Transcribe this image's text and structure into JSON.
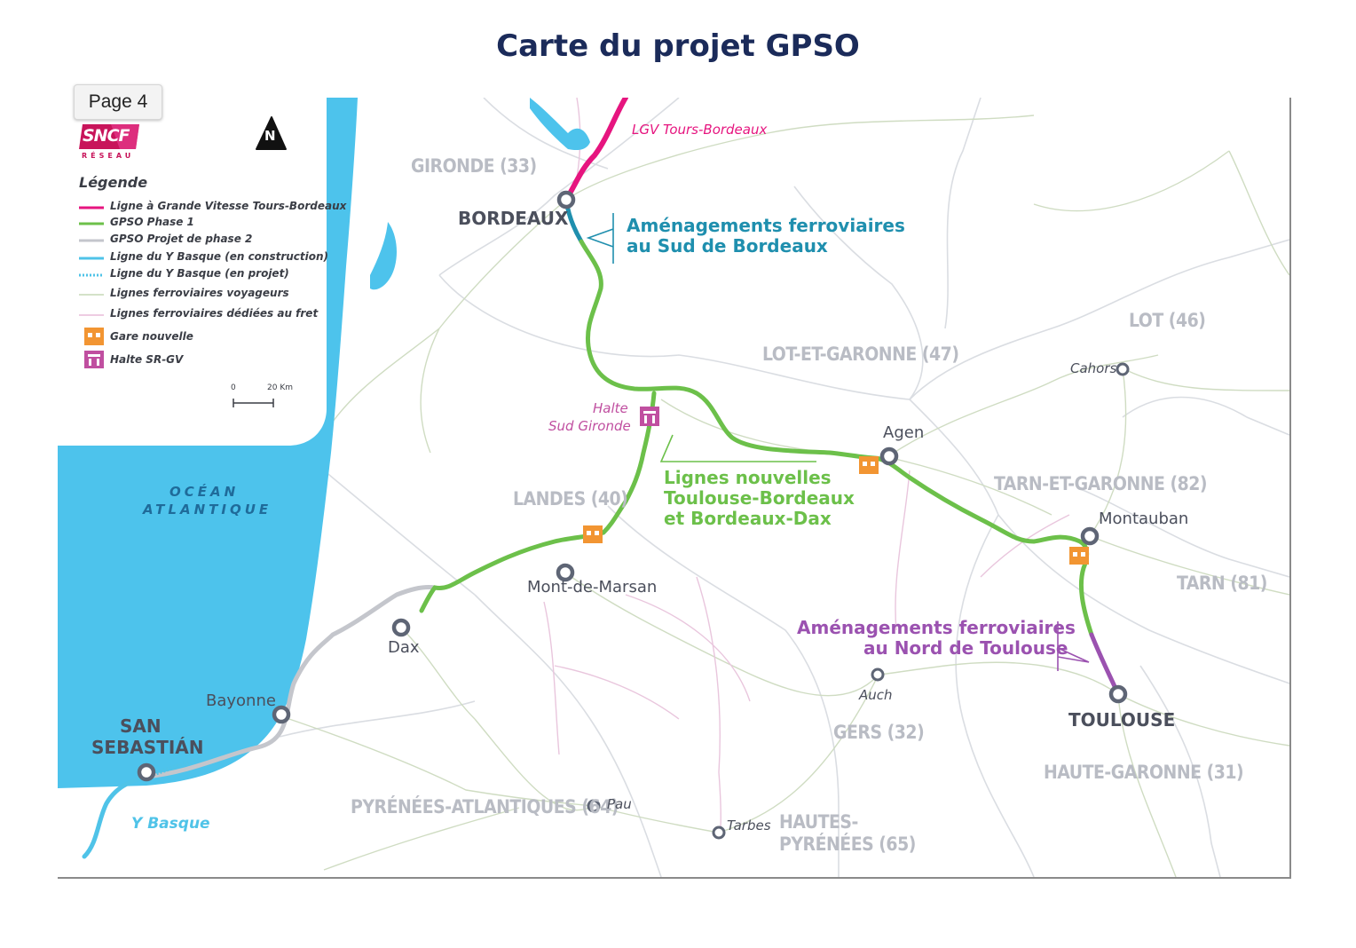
{
  "title": "Carte du projet GPSO",
  "page_tab": "Page 4",
  "logo": {
    "brand": "SNCF",
    "sub": "RÉSEAU",
    "brand_color": "#c8145a"
  },
  "north": "N",
  "legend": {
    "title": "Légende",
    "items": [
      {
        "label": "Ligne à Grande Vitesse Tours-Bordeaux",
        "color": "#e6157f"
      },
      {
        "label": "GPSO Phase 1",
        "color": "#6cc04a"
      },
      {
        "label": "GPSO Projet de phase 2",
        "color": "#c4c6cc"
      },
      {
        "label": "Ligne du Y Basque (en construction)",
        "color": "#4fc3e8"
      },
      {
        "label": "Ligne du Y Basque (en projet)",
        "color": "#4fc3e8"
      },
      {
        "label": "Lignes ferroviaires voyageurs",
        "color": "#c5d8b5"
      },
      {
        "label": "Lignes ferroviaires dédiées au fret",
        "color": "#e8bcd8"
      },
      {
        "label": "Gare nouvelle",
        "color": "#f29532"
      },
      {
        "label": "Halte SR-GV",
        "color": "#c04fa0"
      }
    ],
    "scale": {
      "zero": "0",
      "km": "20 Km"
    }
  },
  "ocean": {
    "line1": "OCÉAN",
    "line2": "ATLANTIQUE",
    "color": "#4dc3ec"
  },
  "departments": [
    "GIRONDE (33)",
    "LOT-ET-GARONNE (47)",
    "LOT (46)",
    "LANDES (40)",
    "TARN-ET-GARONNE (82)",
    "TARN (81)",
    "GERS (32)",
    "PYRÉNÉES-ATLANTIQUES (64)",
    "HAUTES-",
    "PYRÉNÉES (65)",
    "HAUTE-GARONNE (31)"
  ],
  "cities": {
    "bordeaux": "BORDEAUX",
    "toulouse": "TOULOUSE",
    "san1": "SAN",
    "san2": "SEBASTIÁN",
    "agen": "Agen",
    "montauban": "Montauban",
    "mont_de_marsan": "Mont-de-Marsan",
    "dax": "Dax",
    "bayonne": "Bayonne",
    "cahors": "Cahors",
    "auch": "Auch",
    "pau": "Pau",
    "tarbes": "Tarbes"
  },
  "annotations": {
    "lgv": "LGV Tours-Bordeaux",
    "sud_bdx_1": "Aménagements ferroviaires",
    "sud_bdx_2": "au Sud de Bordeaux",
    "halte_1": "Halte",
    "halte_2": "Sud Gironde",
    "lignes_1": "Lignes nouvelles",
    "lignes_2": "Toulouse-Bordeaux",
    "lignes_3": "et Bordeaux-Dax",
    "nord_tls_1": "Aménagements ferroviaires",
    "nord_tls_2": "au Nord de Toulouse",
    "y_basque": "Y Basque"
  },
  "colors": {
    "lgv": "#e6157f",
    "phase1": "#6cc04a",
    "phase2": "#c4c6cc",
    "ybasque": "#4fc3e8",
    "sud_bordeaux": "#1f8fae",
    "nord_toulouse": "#9b52b0",
    "title": "#1b2b5a"
  }
}
